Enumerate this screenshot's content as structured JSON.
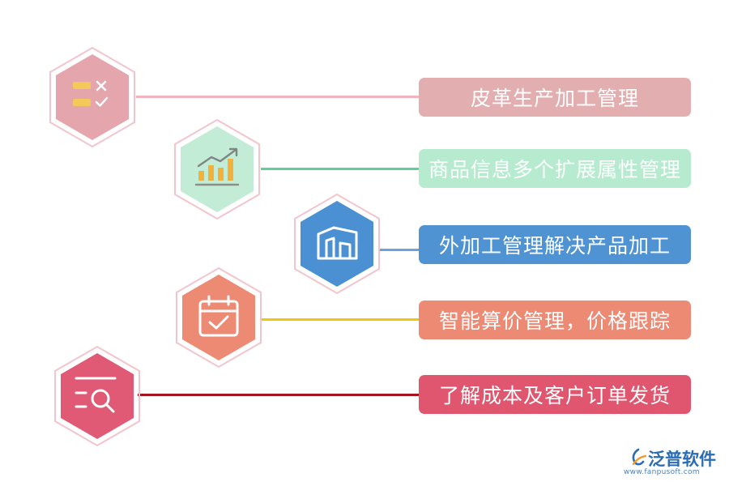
{
  "items": [
    {
      "label": "皮革生产加工管理",
      "icon": "checklist-icon",
      "hex_color": "#e4a6ac",
      "label_color": "#e2aeb0",
      "line_color": "#f2b3bd"
    },
    {
      "label": "商品信息多个扩展属性管理",
      "icon": "growth-chart-icon",
      "hex_color": "#c2ecd6",
      "label_color": "#b6ebd0",
      "line_color": "#5fcf9b"
    },
    {
      "label": "外加工管理解决产品加工",
      "icon": "warehouse-icon",
      "hex_color": "#4a90d2",
      "label_color": "#4f93d3",
      "line_color": "#6aa4dd"
    },
    {
      "label": "智能算价管理，价格跟踪",
      "icon": "calendar-check-icon",
      "hex_color": "#ec8a74",
      "label_color": "#ec8a74",
      "line_color": "#f2c60a"
    },
    {
      "label": "了解成本及客户订单发货",
      "icon": "search-list-icon",
      "hex_color": "#e05a76",
      "label_color": "#e0566f",
      "line_color": "#a4131e"
    }
  ],
  "logo": {
    "name": "泛普软件",
    "url": "www.fanpusoft.com"
  }
}
